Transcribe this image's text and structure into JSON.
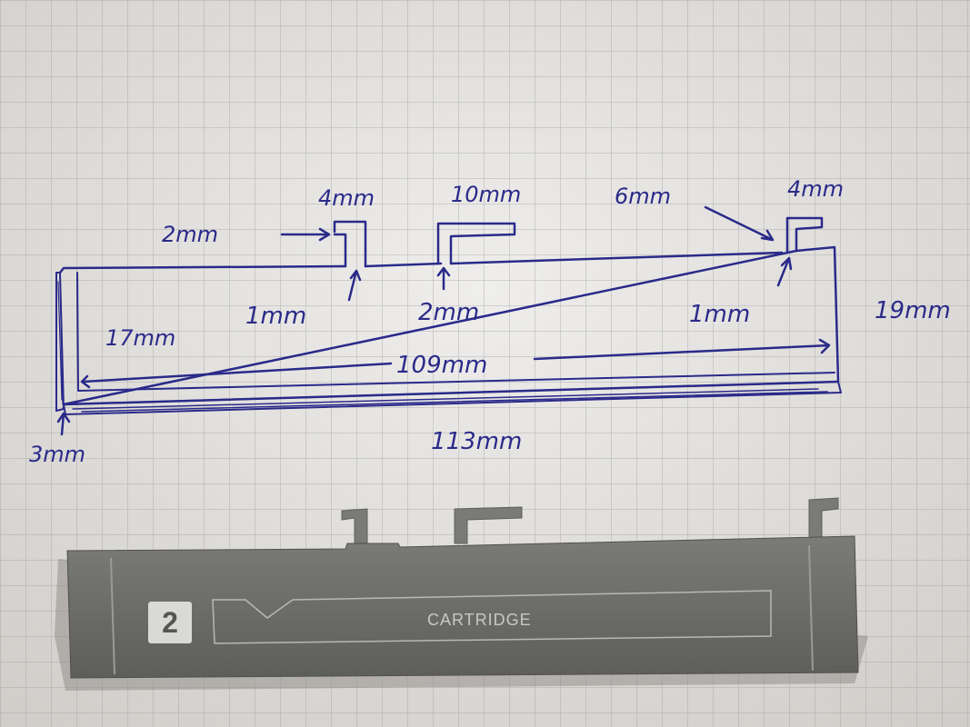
{
  "sketch": {
    "labels": {
      "tab1_width": "4mm",
      "tab2_width": "10mm",
      "tab3_offset": "6mm",
      "tab3_width": "4mm",
      "tab1_offset": "2mm",
      "gap_left": "1mm",
      "gap_center": "2mm",
      "gap_right": "1mm",
      "height_inner": "17mm",
      "height_outer": "19mm",
      "length_inner": "109mm",
      "length_outer": "113mm",
      "thickness": "3mm"
    },
    "ink_color": "#2a2a8a"
  },
  "cartridge": {
    "slot_number": "2",
    "label": "CARTRIDGE",
    "body_color": "#6e6e6b"
  }
}
